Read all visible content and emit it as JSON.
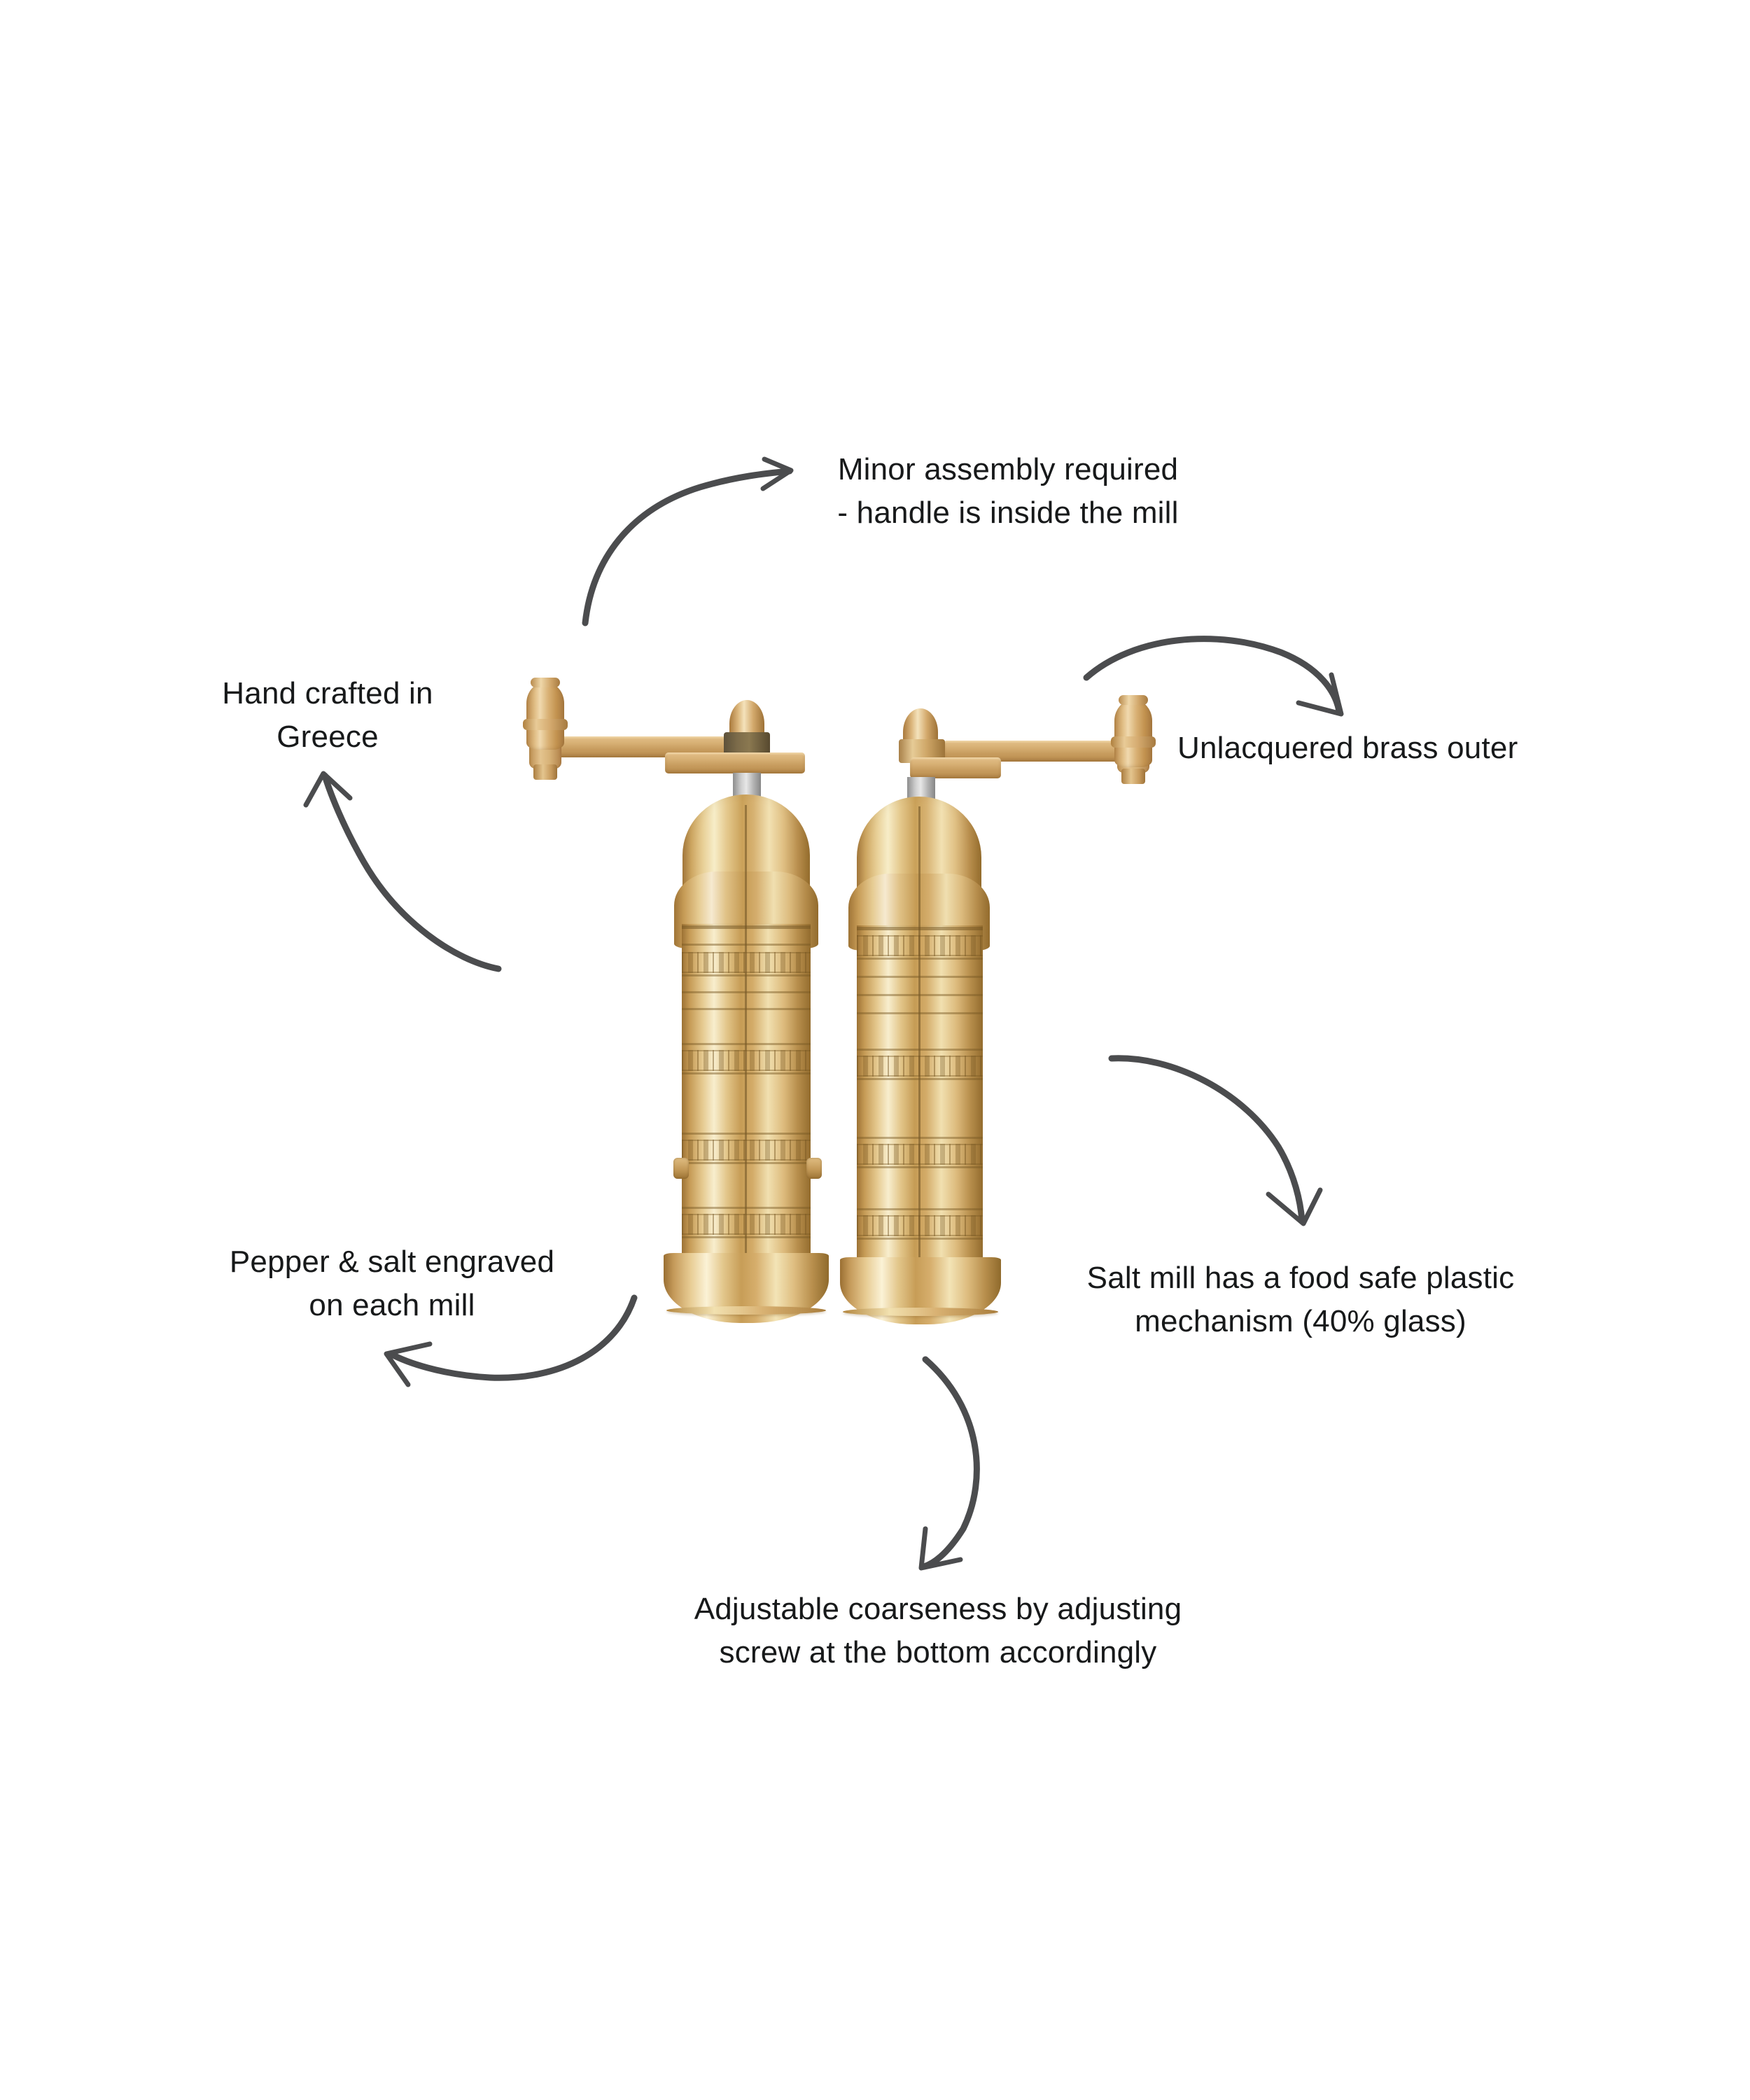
{
  "page": {
    "title": "Brass Salt & Pepper Mills — Feature Callouts",
    "background_color": "#ffffff",
    "text_color": "#17191a",
    "arrow_color": "#4b4c4e",
    "brass_color": "#d9b277"
  },
  "callouts": [
    {
      "id": "assembly",
      "name": "callout-minor-assembly",
      "text": "Minor assembly required\n- handle is inside the mill",
      "align": "center",
      "arrow": "curved-arrow-up-right"
    },
    {
      "id": "handcrafted",
      "name": "callout-hand-crafted",
      "text": "Hand crafted in\nGreece",
      "align": "center",
      "arrow": "curved-arrow-up-left"
    },
    {
      "id": "brass",
      "name": "callout-unlacquered-brass",
      "text": "Unlacquered brass outer",
      "align": "left",
      "arrow": "curved-arrow-down-right"
    },
    {
      "id": "saltmech",
      "name": "callout-salt-mechanism",
      "text": "Salt mill has a food safe plastic\nmechanism (40% glass)",
      "align": "center",
      "arrow": "curved-arrow-down-right"
    },
    {
      "id": "engraved",
      "name": "callout-pepper-salt-engraved",
      "text": "Pepper & salt engraved\non each mill",
      "align": "center",
      "arrow": "curved-arrow-left"
    },
    {
      "id": "coarseness",
      "name": "callout-adjustable-coarseness",
      "text": "Adjustable coarseness by adjusting\nscrew at the bottom accordingly",
      "align": "center",
      "arrow": "curved-arrow-down-left"
    }
  ],
  "product": {
    "name": "brass-salt-and-pepper-mill-pair",
    "items": [
      {
        "id": "pepper-mill",
        "label": "Pepper mill",
        "crank_direction": "left",
        "has_adjusting_nub": true
      },
      {
        "id": "salt-mill",
        "label": "Salt mill",
        "crank_direction": "right",
        "has_adjusting_nub": false
      }
    ]
  }
}
